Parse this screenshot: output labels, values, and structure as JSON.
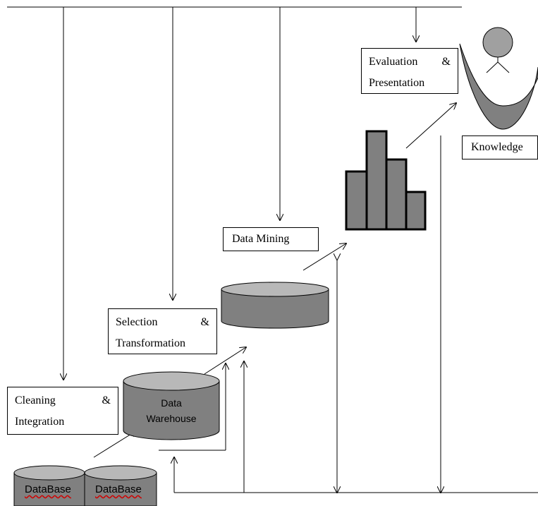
{
  "labels": {
    "cleaning": [
      "Cleaning",
      "&",
      "Integration"
    ],
    "selection": [
      "Selection",
      "&",
      "Transformation"
    ],
    "data_mining": "Data Mining",
    "evaluation": [
      "Evaluation",
      "&",
      "Presentation"
    ],
    "knowledge": "Knowledge"
  },
  "cylinders": {
    "warehouse": [
      "Data",
      "Warehouse"
    ],
    "database_1": "DataBase",
    "database_2": "DataBase"
  },
  "colors": {
    "shape_fill": "#808080",
    "shape_top": "#b8b8b8",
    "person_fill": "#a0a0a0",
    "stroke": "#000000"
  },
  "icons": [
    "bar-chart-icon",
    "person-icon",
    "knowledge-bowl-icon"
  ]
}
